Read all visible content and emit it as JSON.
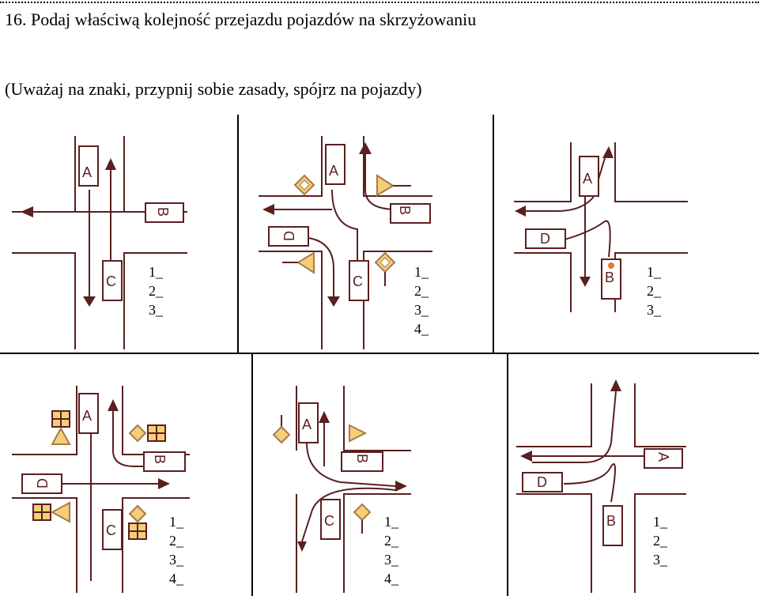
{
  "title": "16. Podaj właściwą kolejność przejazdu pojazdów na skrzyżowaniu",
  "subtitle": "(Uważaj na znaki, przypnij sobie zasady, spójrz na pojazdy)",
  "colors": {
    "road": "#5a1f1f",
    "sign_yellow": "#f5cf78",
    "sign_outline": "#a87a4a",
    "text": "#000000"
  },
  "panels": [
    {
      "id": "p1",
      "vehicles": [
        "A",
        "B",
        "C"
      ],
      "answers": [
        "1_",
        "2_",
        "3_"
      ]
    },
    {
      "id": "p2",
      "vehicles": [
        "A",
        "B",
        "C",
        "D"
      ],
      "answers": [
        "1_",
        "2_",
        "3_",
        "4_"
      ]
    },
    {
      "id": "p3",
      "vehicles": [
        "A",
        "B",
        "D"
      ],
      "answers": [
        "1_",
        "2_",
        "3_"
      ]
    },
    {
      "id": "p4",
      "vehicles": [
        "A",
        "B",
        "C",
        "D"
      ],
      "answers": [
        "1_",
        "2_",
        "3_",
        "4_"
      ]
    },
    {
      "id": "p5",
      "vehicles": [
        "A",
        "B",
        "C"
      ],
      "answers": [
        "1_",
        "2_",
        "3_",
        "4_"
      ]
    },
    {
      "id": "p6",
      "vehicles": [
        "A",
        "B",
        "D"
      ],
      "answers": [
        "1_",
        "2_",
        "3_"
      ]
    }
  ]
}
